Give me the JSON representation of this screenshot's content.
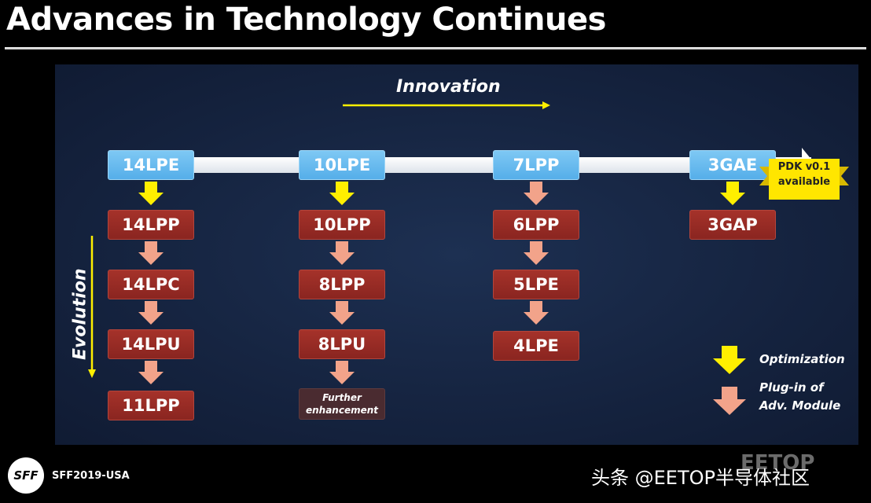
{
  "title": "Advances in Technology Continues",
  "diagram": {
    "innovation_label": "Innovation",
    "evolution_label": "Evolution",
    "columns": [
      {
        "head": "14LPE",
        "items": [
          "14LPP",
          "14LPC",
          "14LPU",
          "11LPP"
        ]
      },
      {
        "head": "10LPE",
        "items": [
          "10LPP",
          "8LPP",
          "8LPU",
          "Further enhancement"
        ]
      },
      {
        "head": "7LPP",
        "items": [
          "6LPP",
          "5LPE",
          "4LPE"
        ]
      },
      {
        "head": "3GAE",
        "items": [
          "3GAP"
        ]
      }
    ],
    "badge": {
      "line1": "PDK v0.1",
      "line2": "available"
    },
    "legend": {
      "optimization": "Optimization",
      "plugin_line1": "Plug-in of",
      "plugin_line2": "Adv. Module"
    },
    "colors": {
      "node_blue": "#62b6ec",
      "node_red": "#9a2c25",
      "arrow_yellow": "#ffef00",
      "arrow_peach": "#f2a38a",
      "panel_bg": "#17264a"
    }
  },
  "footer": {
    "logo": "SFF",
    "event": "SFF2019-USA",
    "watermark": "头条 @EETOP半导体社区",
    "watermark_bg": "EETOP"
  }
}
